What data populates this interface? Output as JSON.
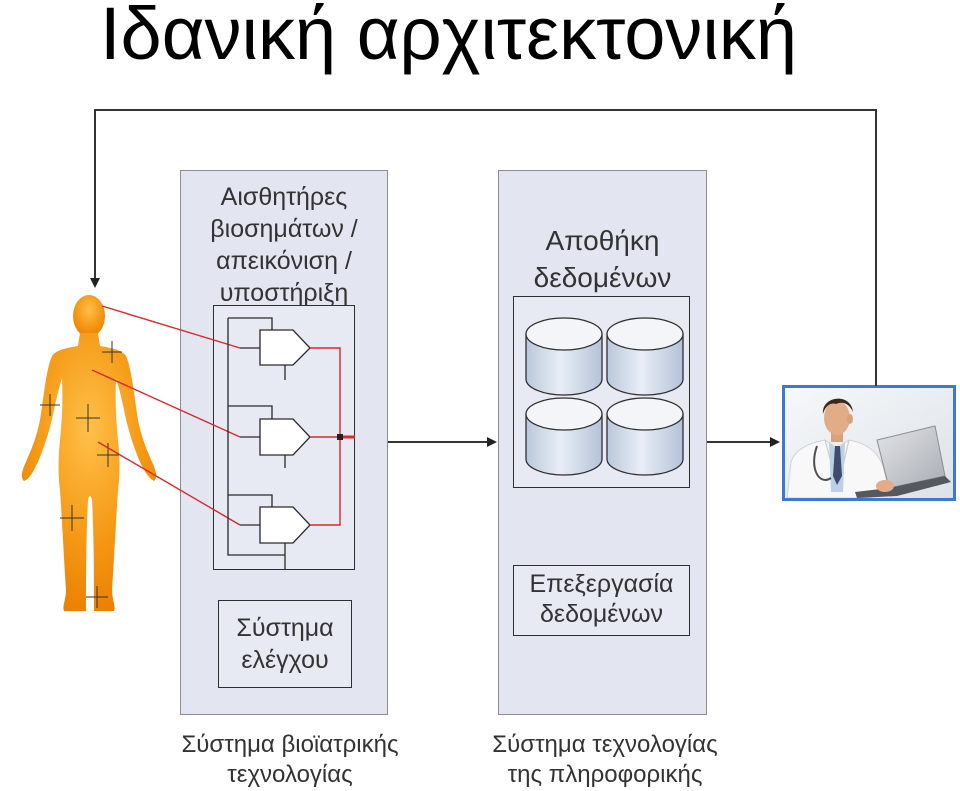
{
  "slide": {
    "title": "Ιδανική αρχιτεκτονική"
  },
  "biomedical_system": {
    "sensors_label_lines": [
      "Αισθητήρες",
      "βιοσημάτων /",
      "απεικόνιση /",
      "υποστήριξη"
    ],
    "control_label_lines": [
      "Σύστημα",
      "ελέγχου"
    ],
    "caption_lines": [
      "Σύστημα βιοϊατρικής",
      "τεχνολογίας"
    ]
  },
  "it_system": {
    "storage_label_lines": [
      "Αποθήκη",
      "δεδομένων"
    ],
    "processing_label_lines": [
      "Επεξεργασία",
      "δεδομένων"
    ],
    "caption_lines": [
      "Σύστημα τεχνολογίας",
      "της πληροφορικής"
    ]
  },
  "icons": {
    "patient": "human-body-figure",
    "sensor_circuit": "amplifier-gates",
    "storage": "database-cylinders",
    "clinician": "doctor-with-laptop-photo"
  },
  "colors": {
    "panel_fill": "#e3e6f1",
    "sensor_link": "#d42a2a",
    "patient_body": "#f59a16",
    "photo_frame": "#3f78d0",
    "text": "#333333"
  }
}
